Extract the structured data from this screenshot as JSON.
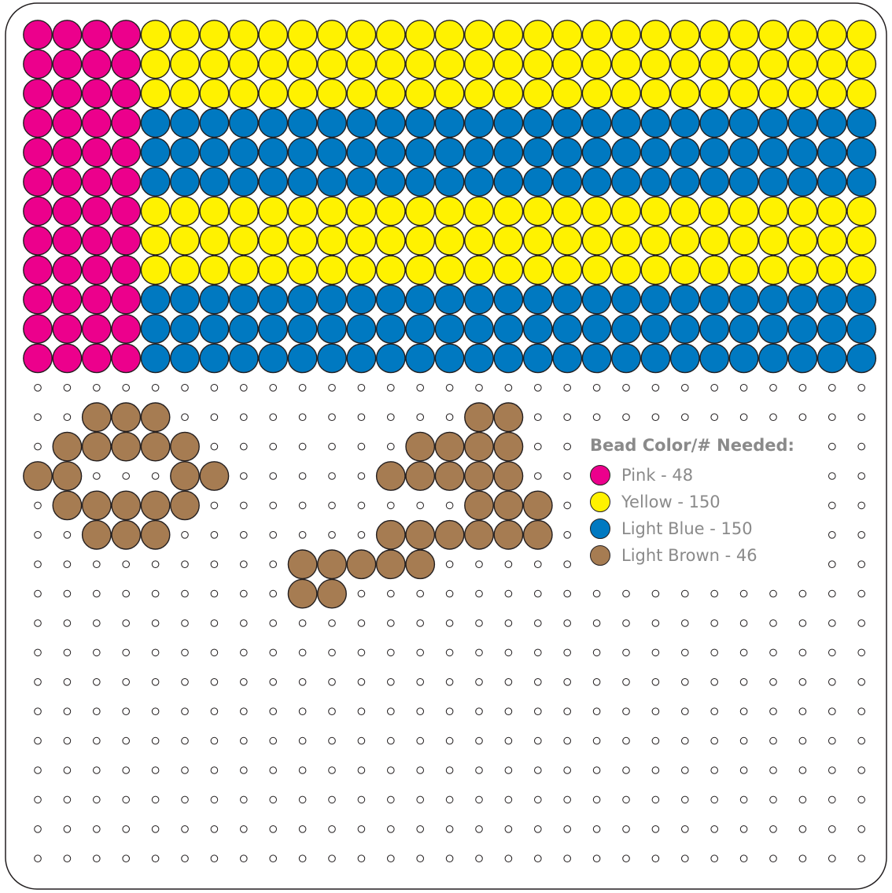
{
  "pattern": {
    "columns": 29,
    "rows": 29,
    "outline_color": "#231f20",
    "frame_color": "#231f20",
    "colors": {
      "P": "#ec008c",
      "Y": "#fff200",
      "B": "#0079c1",
      "N": "#a67c52"
    },
    "grid": [
      "PPPPYYYYYYYYYYYYYYYYYYYYYYYYY",
      "PPPPYYYYYYYYYYYYYYYYYYYYYYYYY",
      "PPPPYYYYYYYYYYYYYYYYYYYYYYYYY",
      "PPPPBBBBBBBBBBBBBBBBBBBBBBBBB",
      "PPPPBBBBBBBBBBBBBBBBBBBBBBBBB",
      "PPPPBBBBBBBBBBBBBBBBBBBBBBBBB",
      "PPPPYYYYYYYYYYYYYYYYYYYYYYYYY",
      "PPPPYYYYYYYYYYYYYYYYYYYYYYYYY",
      "PPPPYYYYYYYYYYYYYYYYYYYYYYYYY",
      "PPPPBBBBBBBBBBBBBBBBBBBBBBBBB",
      "PPPPBBBBBBBBBBBBBBBBBBBBBBBBB",
      "PPPPBBBBBBBBBBBBBBBBBBBBBBBBB",
      ".............................",
      "..NNN..........NN............",
      ".NNNNN.......NNNN............",
      "NN...NN.....NNNNN............",
      ".NNNNN.........NNN...........",
      "..NNN.......NNNNNN...........",
      ".........NNNNN...............",
      ".........NN..................",
      ".............................",
      ".............................",
      ".............................",
      ".............................",
      ".............................",
      ".............................",
      ".............................",
      ".............................",
      "............................."
    ]
  },
  "legend": {
    "title": "Bead Color/# Needed:",
    "items": [
      {
        "label": "Pink - 48",
        "color": "#ec008c"
      },
      {
        "label": "Yellow - 150",
        "color": "#fff200"
      },
      {
        "label": "Light Blue - 150",
        "color": "#0079c1"
      },
      {
        "label": "Light Brown - 46",
        "color": "#a67c52"
      }
    ]
  }
}
